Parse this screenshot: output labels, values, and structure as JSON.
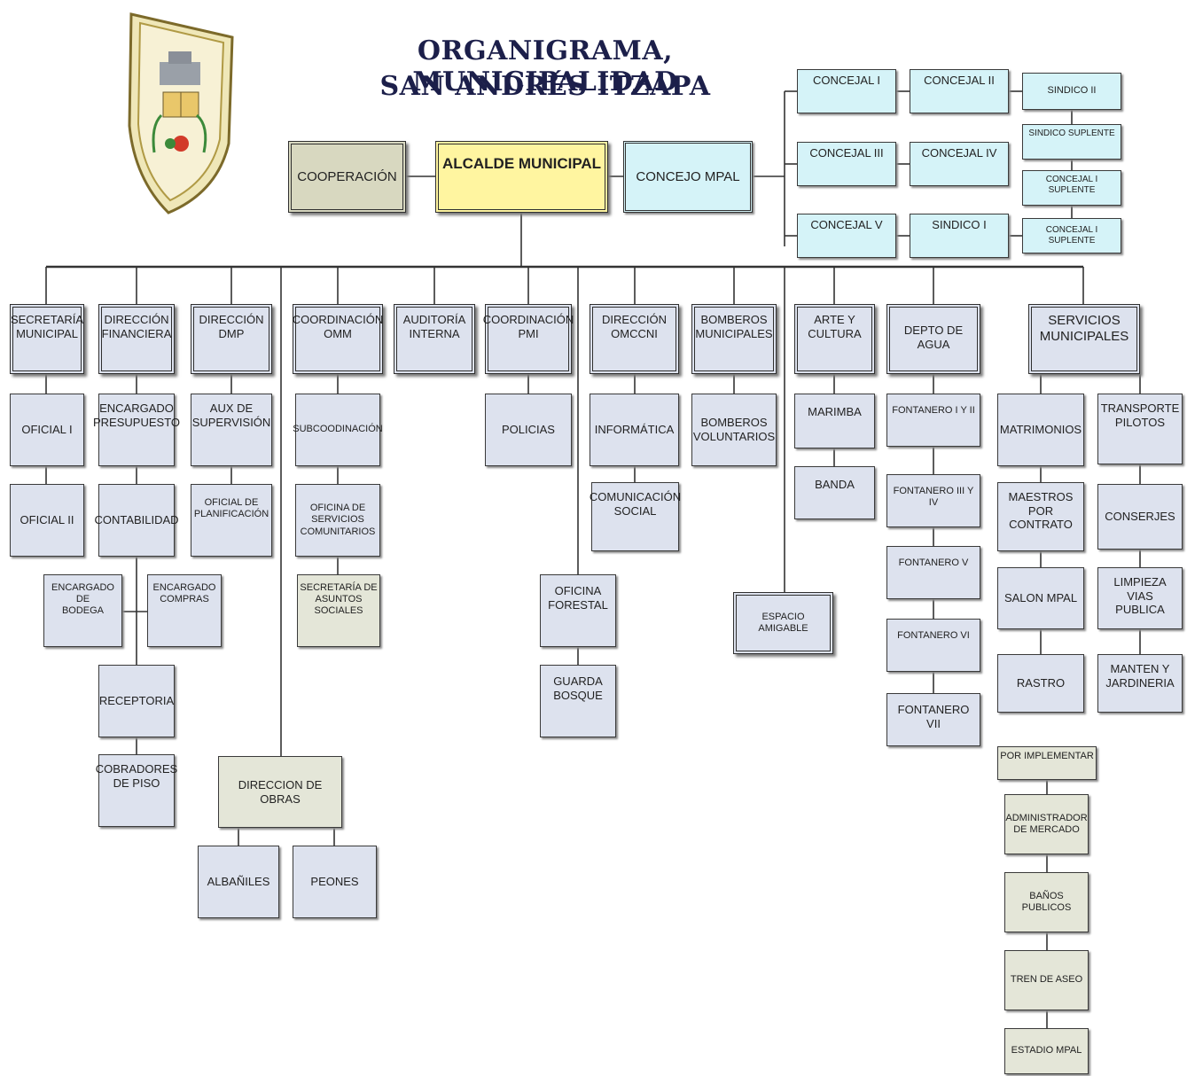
{
  "title": {
    "line1": "ORGANIGRAMA, MUNICIPALIDAD",
    "line2": "SAN ANDRÉS ITZAPA"
  },
  "top_level": {
    "cooperacion": "COOPERACIÓN",
    "alcalde": "ALCALDE MUNICIPAL",
    "concejo": "CONCEJO MPAL"
  },
  "concejo_members": {
    "concejal_1": "CONCEJAL I",
    "concejal_2": "CONCEJAL II",
    "concejal_3": "CONCEJAL III",
    "concejal_4": "CONCEJAL IV",
    "concejal_5": "CONCEJAL V",
    "sindico_1": "SINDICO I",
    "sindico_2": "SINDICO II",
    "sindico_suplente": "SINDICO SUPLENTE",
    "concejal_suplente_1": "CONCEJAL I SUPLENTE",
    "concejal_suplente_2": "CONCEJAL I SUPLENTE"
  },
  "departments": {
    "secretaria": "SECRETARÍA\nMUNICIPAL",
    "financiera": "DIRECCIÓN\nFINANCIERA",
    "dmp": "DIRECCIÓN\nDMP",
    "omm": "COORDINACIÓN\nOMM",
    "auditoria": "AUDITORÍA\nINTERNA",
    "pmi": "COORDINACIÓN\nPMI",
    "omccni": "DIRECCIÓN\nOMCCNI",
    "bomberos": "BOMBEROS\nMUNICIPALES",
    "arte": "ARTE Y\nCULTURA",
    "agua": "DEPTO DE AGUA",
    "servicios": "SERVICIOS\nMUNICIPALES"
  },
  "units": {
    "oficial_1": "OFICIAL I",
    "oficial_2": "OFICIAL II",
    "encargado_presupuesto": "ENCARGADO\nPRESUPUESTO",
    "contabilidad": "CONTABILIDAD",
    "encargado_bodega": "ENCARGADO DE\nBODEGA",
    "encargado_compras": "ENCARGADO\nCOMPRAS",
    "receptoria": "RECEPTORIA",
    "cobradores": "COBRADORES\nDE PISO",
    "aux_supervision": "AUX DE\nSUPERVISIÓN",
    "oficial_planificacion": "OFICIAL  DE\nPLANIFICACIÓN",
    "subcoordinacion": "SUBCOODINACIÓN",
    "oficina_servicios": "OFICINA DE\nSERVICIOS\nCOMUNITARIOS",
    "secretaria_asuntos": "SECRETARÍA DE\nASUNTOS\nSOCIALES",
    "direccion_obras": "DIRECCION DE OBRAS",
    "albaniles": "ALBAÑILES",
    "peones": "PEONES",
    "policias": "POLICIAS",
    "informatica": "INFORMÁTICA",
    "comunicacion": "COMUNICACIÓN\nSOCIAL",
    "oficina_forestal": "OFICINA\nFORESTAL",
    "guarda_bosque": "GUARDA\nBOSQUE",
    "bomberos_voluntarios": "BOMBEROS\nVOLUNTARIOS",
    "espacio_amigable": "ESPACIO AMIGABLE",
    "marimba": "MARIMBA",
    "banda": "BANDA",
    "fontanero_1_2": "FONTANERO I Y II",
    "fontanero_3_4": "FONTANERO III Y IV",
    "fontanero_5": "FONTANERO V",
    "fontanero_6": "FONTANERO VI",
    "fontanero_7": "FONTANERO VII",
    "matrimonios": "MATRIMONIOS",
    "maestros": "MAESTROS POR\nCONTRATO",
    "salon": "SALON MPAL",
    "rastro": "RASTRO",
    "transporte": "TRANSPORTE\nPILOTOS",
    "conserjes": "CONSERJES",
    "limpieza": "LIMPIEZA VIAS\nPUBLICA",
    "manten": "MANTEN Y\nJARDINERIA"
  },
  "por_implementar": {
    "header": "POR IMPLEMENTAR",
    "administrador": "ADMINISTRADOR\nDE MERCADO",
    "banos": "BAÑOS PUBLICOS",
    "tren": "TREN DE ASEO",
    "estadio": "ESTADIO MPAL"
  },
  "colors": {
    "alcalde_fill": "#fff5a0",
    "concejo_fill": "#d5f3f8",
    "cooperacion_fill": "#d8d8c0",
    "unit_fill": "#dde2ee",
    "olive_fill": "#e4e6d8",
    "title_color": "#1c1f4a"
  },
  "logo": {
    "icon": "municipal-shield-emblem"
  }
}
